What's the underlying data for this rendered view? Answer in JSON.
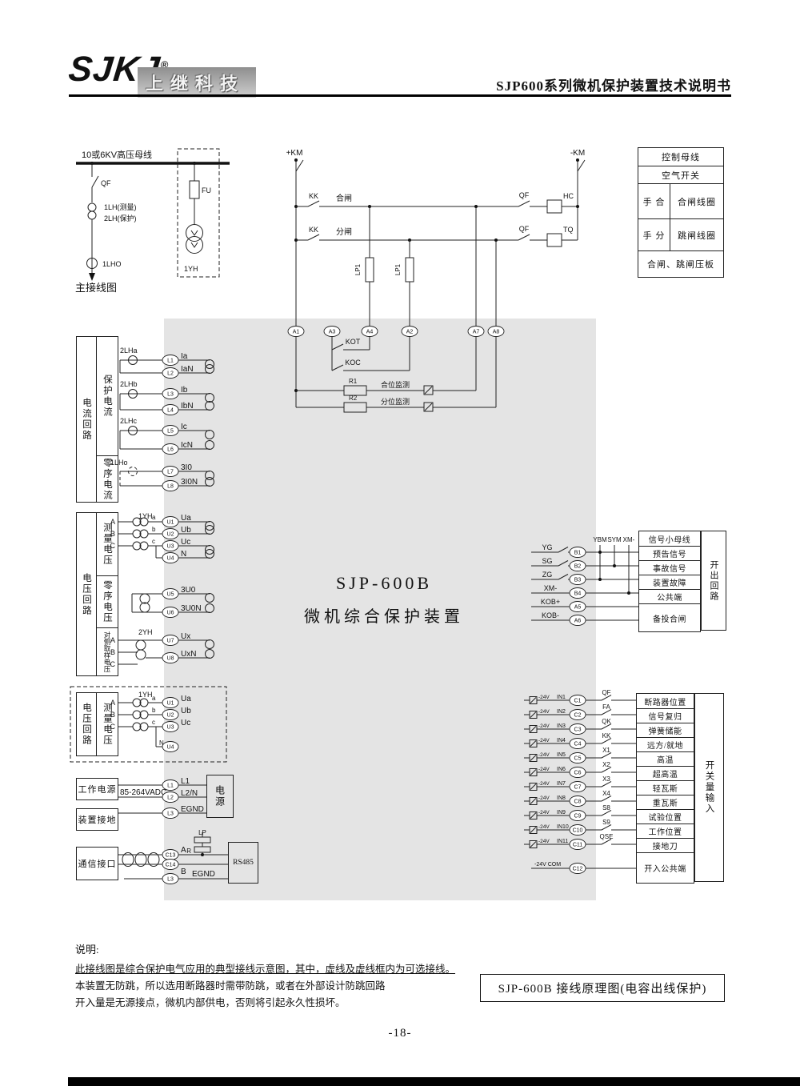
{
  "page": {
    "number": "-18-"
  },
  "header": {
    "logo": "SJKJ",
    "reg_mark": "®",
    "brand": "上继科技",
    "doc_title": "SJP600系列微机保护装置技术说明书"
  },
  "main_diagram": {
    "busbar": "10或6KV高压母线",
    "qf": "QF",
    "fu": "FU",
    "ct_measure": "1LH(测量)",
    "ct_protect": "2LH(保护)",
    "pt": "1YH",
    "ct_zero": "1LHO",
    "caption": "主接线图"
  },
  "control_circuit": {
    "km_plus": "+KM",
    "km_minus": "-KM",
    "kk_close": "KK",
    "kk_open": "KK",
    "close": "合闸",
    "open": "分闸",
    "lp_close": "LP1",
    "lp_open": "LP1",
    "qf_close": "QF",
    "qf_open": "QF",
    "hc": "HC",
    "tq": "TQ",
    "kot": "KOT",
    "koc": "KOC",
    "r1": "R1",
    "r2": "R2",
    "close_monitor": "合位监测",
    "open_monitor": "分位监测",
    "top_terminals": [
      "A1",
      "A3",
      "A4",
      "A2",
      "A7",
      "A8"
    ]
  },
  "control_table": {
    "row1": "控制母线",
    "row2": "空气开关",
    "manual_close": "手 合",
    "close_coil": "合闸线圈",
    "manual_trip": "手 分",
    "trip_coil": "跳闸线圈",
    "straps": "合闸、跳闸压板"
  },
  "device": {
    "model": "SJP-600B",
    "name": "微机综合保护装置"
  },
  "current_section": {
    "title": "电流回路",
    "sub1": "保护电流",
    "sub2": "零序电流",
    "ct_labels": [
      "2LHa",
      "2LHb",
      "2LHc",
      "1LHo"
    ],
    "terminals": [
      {
        "id": "L1",
        "signal": "Ia"
      },
      {
        "id": "L2",
        "signal": "IaN"
      },
      {
        "id": "L3",
        "signal": "Ib"
      },
      {
        "id": "L4",
        "signal": "IbN"
      },
      {
        "id": "L5",
        "signal": "Ic"
      },
      {
        "id": "L6",
        "signal": "IcN"
      },
      {
        "id": "L7",
        "signal": "3I0"
      },
      {
        "id": "L8",
        "signal": "3I0N"
      }
    ]
  },
  "voltage_section": {
    "title": "电压回路",
    "sub1": "测量电压",
    "sub2": "零序电压",
    "sub3": "对侧取样电压",
    "pt1": "1YH",
    "pt2": "2YH",
    "phases": [
      "A",
      "B",
      "C"
    ],
    "sec_phases": [
      "a",
      "b",
      "c"
    ],
    "terminals": [
      {
        "id": "U1",
        "signal": "Ua"
      },
      {
        "id": "U2",
        "signal": "Ub"
      },
      {
        "id": "U3",
        "signal": "Uc"
      },
      {
        "id": "U4",
        "signal": "N"
      },
      {
        "id": "U5",
        "signal": "3U0"
      },
      {
        "id": "U6",
        "signal": "3U0N"
      },
      {
        "id": "U7",
        "signal": "Ux"
      },
      {
        "id": "U8",
        "signal": "UxN"
      }
    ]
  },
  "optional_voltage_section": {
    "title": "电压回路",
    "sub1": "测量电压",
    "pt": "1YH",
    "phases": [
      "A",
      "B",
      "C"
    ],
    "sec_phases": [
      "a",
      "b",
      "c"
    ],
    "neutral": "N",
    "terminals": [
      {
        "id": "U1",
        "signal": "Ua"
      },
      {
        "id": "U2",
        "signal": "Ub"
      },
      {
        "id": "U3",
        "signal": "Uc"
      },
      {
        "id": "U4",
        "signal": ""
      }
    ]
  },
  "power_section": {
    "title": "工作电源",
    "ground_title": "装置接地",
    "range": "85-264VADC",
    "box": "电源",
    "terminals": [
      {
        "id": "L1",
        "signal": "L1"
      },
      {
        "id": "L2",
        "signal": "L2/N"
      },
      {
        "id": "L3",
        "signal": "EGND"
      }
    ]
  },
  "comm_section": {
    "title": "通信接口",
    "lp": "LP",
    "r": "R",
    "box": "RS485",
    "terminals": [
      {
        "id": "C13",
        "signal": "A"
      },
      {
        "id": "C14",
        "signal": "B"
      },
      {
        "id": "L3",
        "signal": "EGND"
      }
    ]
  },
  "output_section": {
    "title": "开出回路",
    "bus_labels": [
      "YBM",
      "SYM",
      "XM-"
    ],
    "rows": [
      {
        "contact": "YG",
        "terminal": "B1",
        "has_contact": true
      },
      {
        "contact": "SG",
        "terminal": "B2",
        "has_contact": true
      },
      {
        "contact": "ZG",
        "terminal": "B3",
        "has_contact": true
      },
      {
        "contact": "XM-",
        "terminal": "B4",
        "has_contact": false
      },
      {
        "contact": "KOB+",
        "terminal": "A5",
        "has_contact": false
      },
      {
        "contact": "KOB-",
        "terminal": "A6",
        "has_contact": false
      }
    ],
    "table_rows": [
      "信号小母线",
      "预告信号",
      "事故信号",
      "装置故障",
      "公共端",
      "备投合闸"
    ]
  },
  "input_section": {
    "title": "开关量输入",
    "supply": "-24V",
    "com_label": "-24V COM",
    "com_row_desc": "开入公共端",
    "terminals": [
      "C1",
      "C2",
      "C3",
      "C4",
      "C5",
      "C6",
      "C7",
      "C8",
      "C9",
      "C10",
      "C11",
      "C12"
    ],
    "rows": [
      {
        "input": "IN1",
        "contact": "QF",
        "desc": "断路器位置"
      },
      {
        "input": "IN2",
        "contact": "FA",
        "desc": "信号复归"
      },
      {
        "input": "IN3",
        "contact": "QK",
        "desc": "弹簧储能"
      },
      {
        "input": "IN4",
        "contact": "KK",
        "desc": "远方/就地"
      },
      {
        "input": "IN5",
        "contact": "X1",
        "desc": "高温"
      },
      {
        "input": "IN6",
        "contact": "X2",
        "desc": "超高温"
      },
      {
        "input": "IN7",
        "contact": "X3",
        "desc": "轻瓦斯"
      },
      {
        "input": "IN8",
        "contact": "X4",
        "desc": "重瓦斯"
      },
      {
        "input": "IN9",
        "contact": "S8",
        "desc": "试验位置"
      },
      {
        "input": "IN10",
        "contact": "S9",
        "desc": "工作位置"
      },
      {
        "input": "IN11",
        "contact": "QSE",
        "desc": "接地刀"
      }
    ]
  },
  "notes": {
    "title": "说明:",
    "lines": [
      "此接线图是综合保护电气应用的典型接线示意图，其中，虚线及虚线框内为可选接线。",
      "本装置无防跳，所以选用断路器时需带防跳，或者在外部设计防跳回路",
      "开入量是无源接点，微机内部供电，否则将引起永久性损坏。"
    ]
  },
  "caption": "SJP-600B 接线原理图(电容出线保护)"
}
